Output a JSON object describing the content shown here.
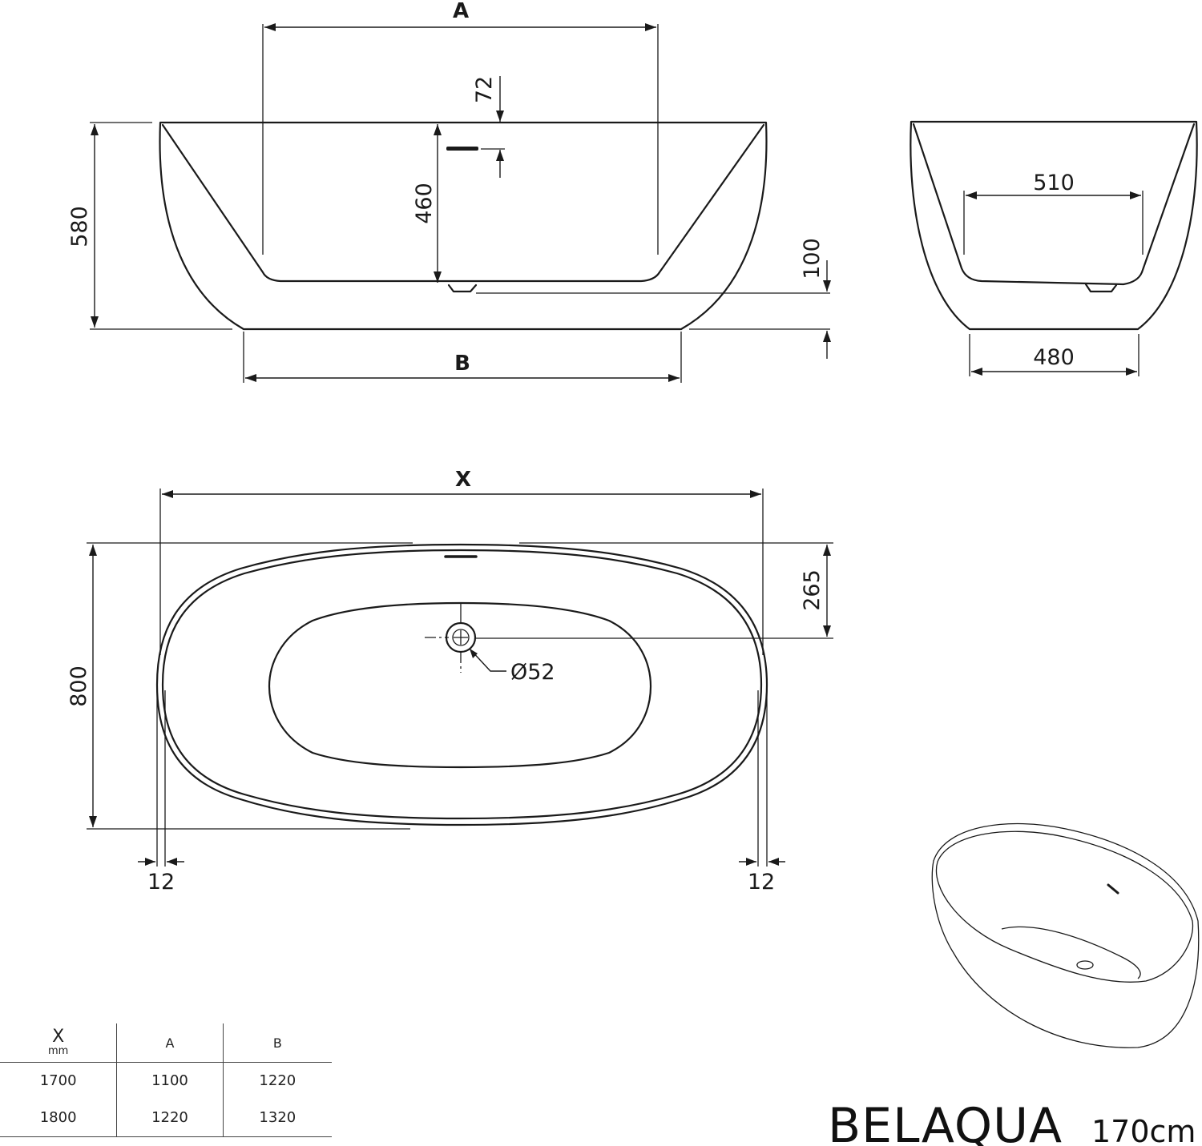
{
  "product": {
    "name": "BELAQUA",
    "size": "170cm"
  },
  "front_view": {
    "dim_A": "A",
    "dim_B": "B",
    "height_total": "580",
    "depth_inner": "460",
    "overflow_offset": "72",
    "drain_height": "100"
  },
  "side_view": {
    "inner_width": "510",
    "base_width": "480"
  },
  "top_view": {
    "dim_X": "X",
    "width_total": "800",
    "overflow_to_drain": "265",
    "drain_diameter": "Ø52",
    "edge_left": "12",
    "edge_right": "12"
  },
  "size_table": {
    "headers": [
      {
        "label": "X",
        "unit": "mm"
      },
      {
        "label": "A"
      },
      {
        "label": "B"
      }
    ],
    "rows": [
      [
        "1700",
        "1100",
        "1220"
      ],
      [
        "1800",
        "1220",
        "1320"
      ]
    ]
  },
  "colors": {
    "line": "#1a1a1a",
    "background": "#ffffff"
  }
}
